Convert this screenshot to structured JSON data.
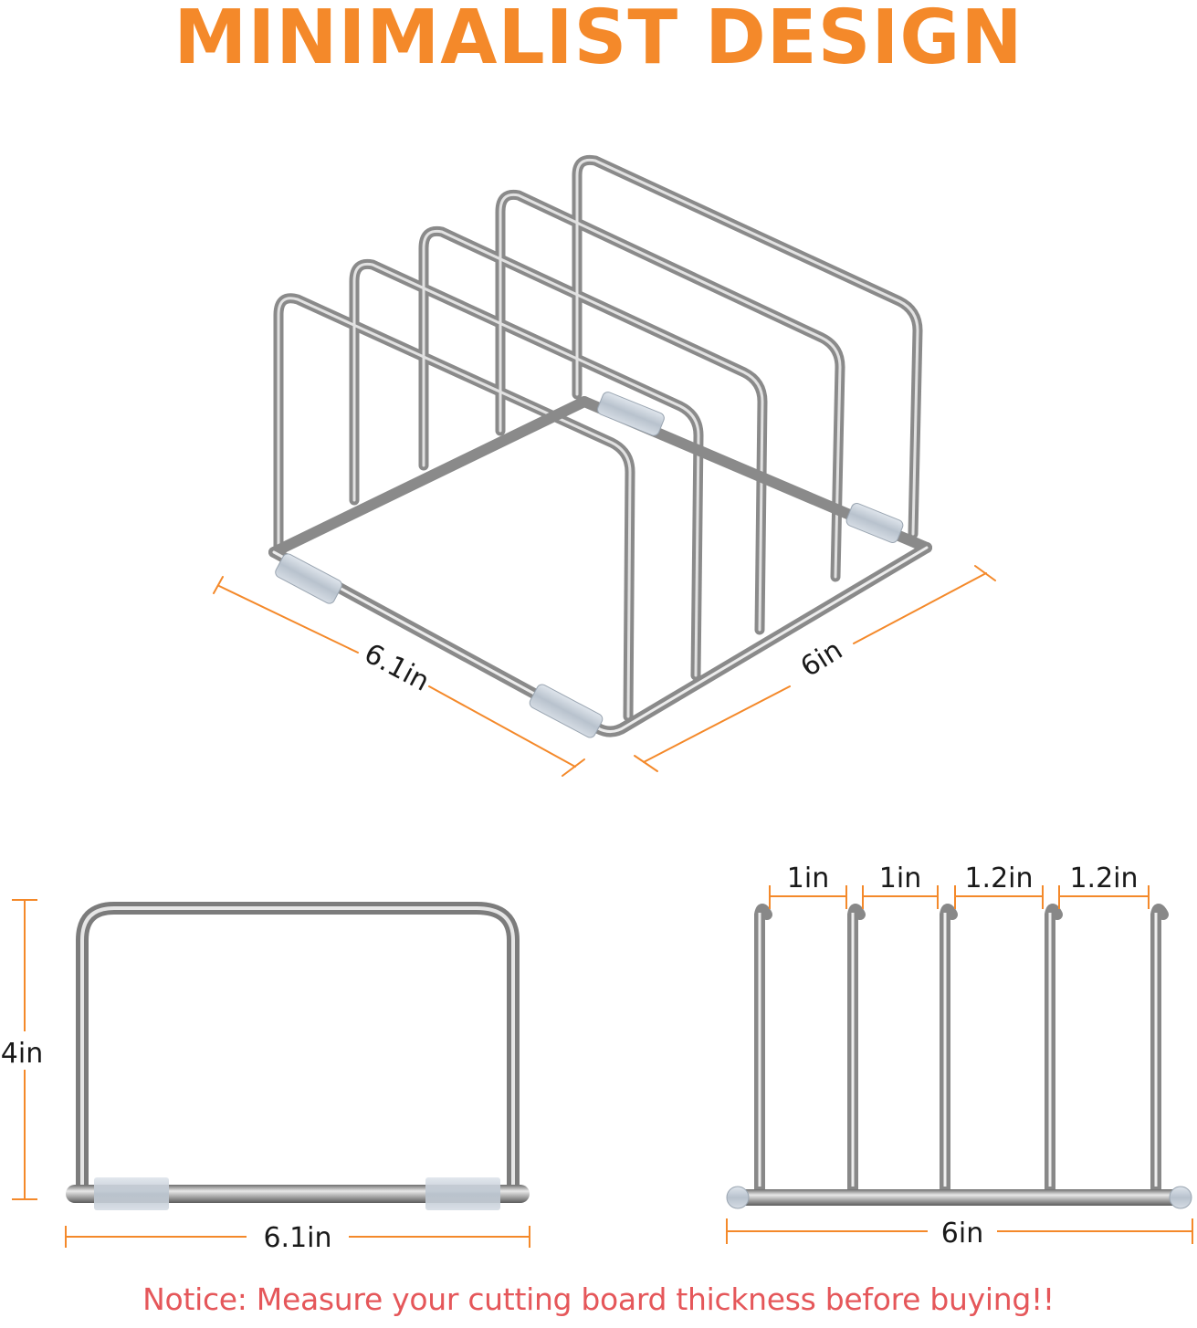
{
  "title": "MINIMALIST DESIGN",
  "notice": "Notice: Measure your cutting board thickness before buying!!",
  "colors": {
    "title": "#F4892A",
    "dimension_line": "#F4892A",
    "notice": "#E5575A",
    "metal": "#9a9a9a",
    "rubber_foot": "#b9c2cc"
  },
  "isometric_view": {
    "width_label": "6.1in",
    "depth_label": "6in",
    "slots": 5
  },
  "side_view": {
    "height_label": "4in",
    "width_label": "6.1in"
  },
  "front_view": {
    "spacing_labels": [
      "1in",
      "1in",
      "1.2in",
      "1.2in"
    ],
    "width_label": "6in"
  }
}
